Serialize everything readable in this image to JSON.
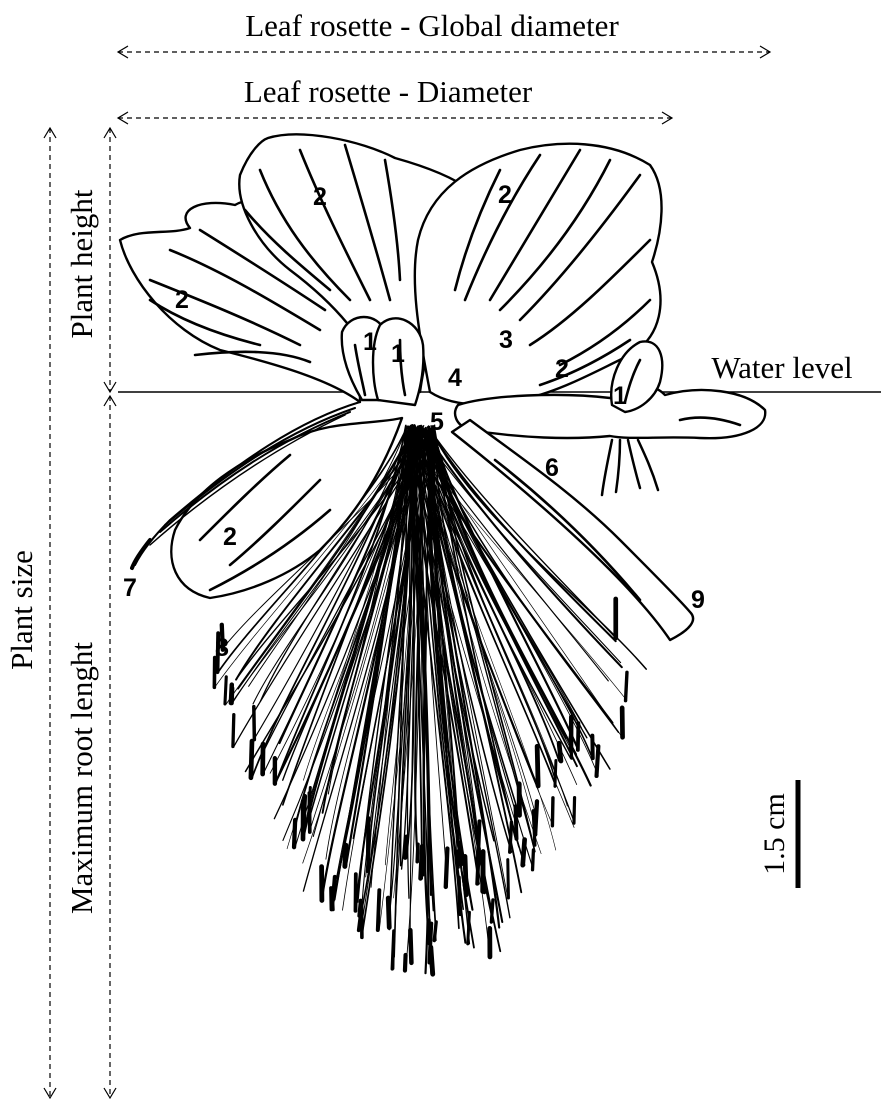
{
  "labels": {
    "global_diameter": "Leaf rosette - Global diameter",
    "diameter": "Leaf rosette - Diameter",
    "plant_height": "Plant height",
    "plant_size": "Plant size",
    "max_root_length": "Maximum root lenght",
    "water_level": "Water level",
    "scale": "1.5 cm"
  },
  "parts": {
    "n1a": "1",
    "n1b": "1",
    "n1c": "1",
    "n2a": "2",
    "n2b": "2",
    "n2c": "2",
    "n2d": "2",
    "n2e": "2",
    "n3": "3",
    "n4": "4",
    "n5": "5",
    "n6": "6",
    "n7": "7",
    "n8": "8",
    "n9": "9"
  },
  "colors": {
    "ink": "#000000",
    "background": "#ffffff"
  }
}
